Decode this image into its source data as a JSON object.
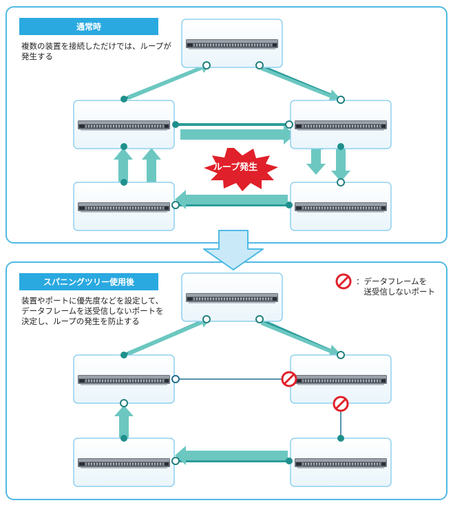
{
  "top_panel": {
    "title": "通常時",
    "description": "複数の装置を接続しただけでは、ループが\n発生する",
    "burst_label": "ループ発生"
  },
  "bottom_panel": {
    "title": "スパニングツリー使用後",
    "description": "装置やポートに優先度などを設定して、\nデータフレームを送受信しないポートを\n決定し、ループの発生を防止する",
    "legend_text": "：データフレームを\n　送受信しないポート"
  },
  "colors": {
    "panel_border": "#4fb9e3",
    "title_bg": "#2aa9e0",
    "link_teal": "#2a9c9a",
    "flow_teal": "#6cc7c1",
    "block_red": "#e0202a",
    "burst_red": "#e0202a"
  }
}
